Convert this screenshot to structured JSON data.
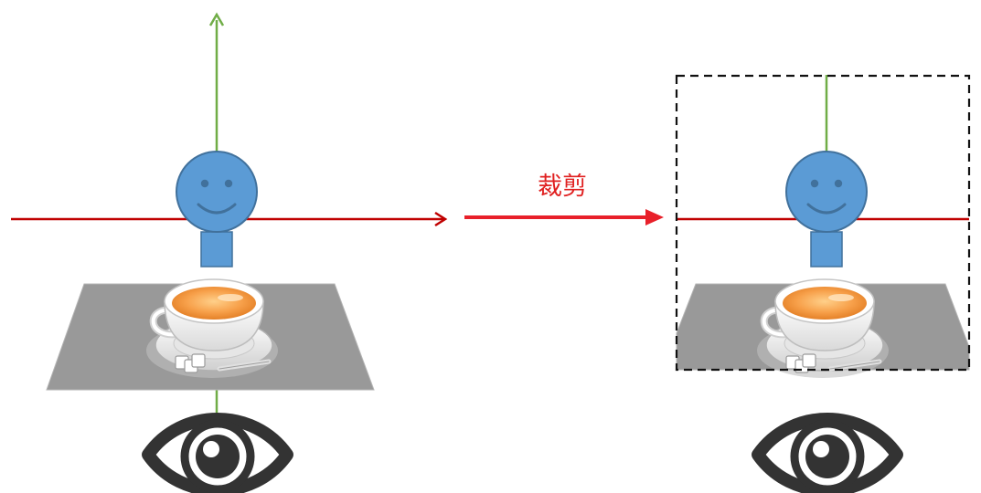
{
  "diagram": {
    "transition_label": "裁剪",
    "label_color": "#e02020",
    "colors": {
      "horizontal_axis": "#c00000",
      "vertical_axis": "#70ad47",
      "transition_arrow": "#e8202a",
      "person": "#5b9bd5",
      "person_outline": "#41719c",
      "table": "#999999",
      "eye": "#333333",
      "crop_frame": "#111111"
    },
    "icons": {
      "observer": "eye-icon",
      "subject": "smiley-person-icon",
      "object": "teacup-icon"
    },
    "panels": [
      "original",
      "cropped"
    ]
  }
}
